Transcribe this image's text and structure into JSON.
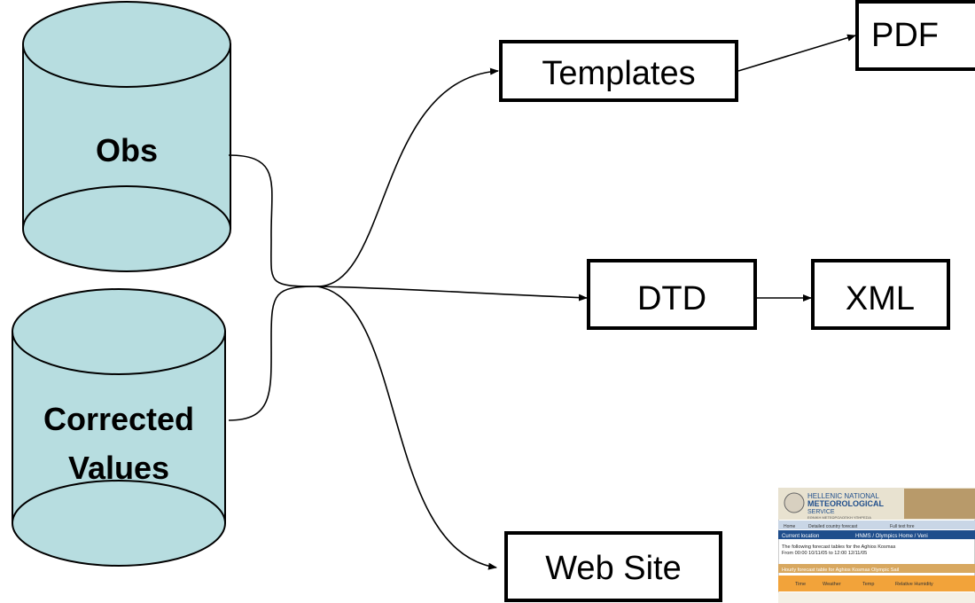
{
  "colors": {
    "cylinder_fill": "#b7dde0",
    "stroke": "#000000",
    "background": "#ffffff",
    "thumbnail_nav": "#1f4e8c",
    "thumbnail_table_header": "#f2a33a"
  },
  "databases": {
    "obs": {
      "label": "Obs"
    },
    "corrected": {
      "label_line1": "Corrected",
      "label_line2": "Values"
    }
  },
  "nodes": {
    "templates": "Templates",
    "pdf": "PDF",
    "dtd": "DTD",
    "xml": "XML",
    "website": "Web Site"
  },
  "thumbnail": {
    "org_line1": "HELLENIC NATIONAL",
    "org_line2": "METEOROLOGICAL",
    "org_line3": "SERVICE",
    "org_line4": "ΕΘΝΙΚΗ ΜΕΤΕΩΡΟΛΟΓΙΚΗ ΥΠΗΡΕΣΙΑ",
    "tab1": "Home",
    "tab2": "Detailed country forecast",
    "tab3": "Full text fore",
    "nav_left": "Current location",
    "nav_right": "HNMS / Olympics Home / Veni",
    "intro_line1": "The following forecast tables for the Aghios Kosmas",
    "intro_line2": "From 00:00 10/11/05 to 12:00 12/11/05",
    "table_caption": "Hourly forecast table for Aghios Kosmas Olympic Sail",
    "col_time": "Time",
    "col_weather": "Weather",
    "col_temp": "Temp",
    "col_humidity": "Relative Humidity"
  }
}
